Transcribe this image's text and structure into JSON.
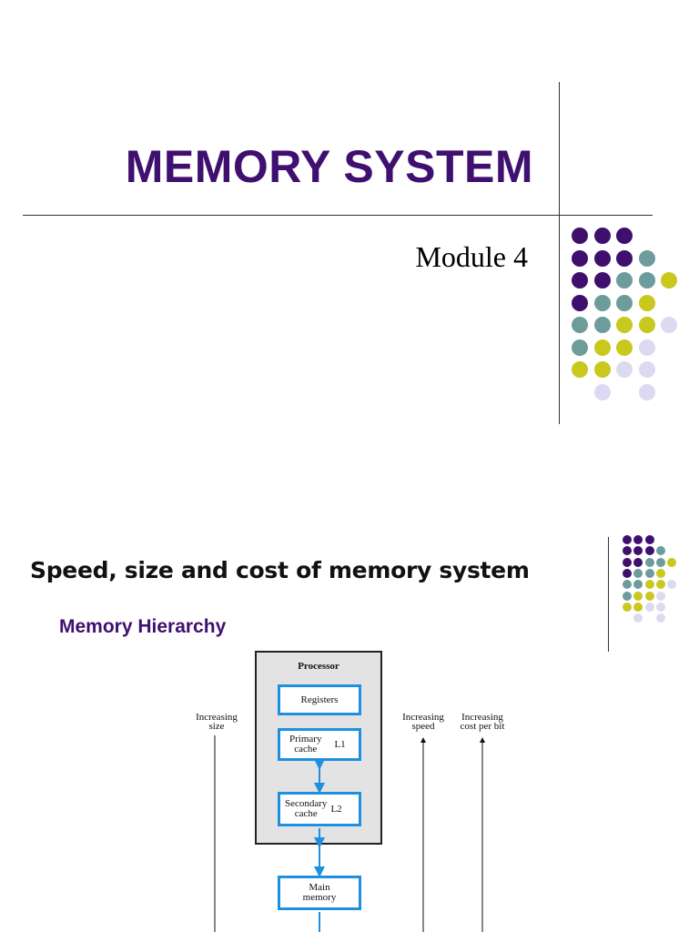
{
  "slide1": {
    "title": "MEMORY SYSTEM",
    "subtitle": "Module 4"
  },
  "slide2": {
    "title": "Speed, size and cost of memory system",
    "subtitle": "Memory Hierarchy"
  },
  "decor_colors": {
    "purple": "#3f0f6e",
    "teal": "#6d9c9c",
    "yellow": "#c8c81e",
    "lavender": "#dcdaf0"
  },
  "diagram": {
    "processor_label": "Processor",
    "registers": "Registers",
    "primary_cache": "Primary\ncache",
    "l1": "L1",
    "secondary_cache": "Secondary\ncache",
    "l2": "L2",
    "main_memory": "Main\nmemory",
    "increasing_size": "Increasing\nsize",
    "increasing_speed": "Increasing\nspeed",
    "increasing_cost": "Increasing\ncost per bit",
    "box_color": "#1e90e0"
  }
}
